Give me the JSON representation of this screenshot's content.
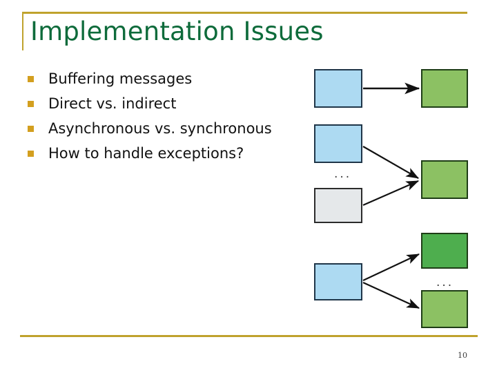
{
  "slide": {
    "title": "Implementation Issues",
    "page_number": "10",
    "accent_color": "#bfa22c",
    "title_color": "#0e6b3b",
    "bullet_color": "#d39f1f"
  },
  "bullets": [
    {
      "label": "Buffering messages"
    },
    {
      "label": "Direct vs. indirect"
    },
    {
      "label": "Asynchronous vs. synchronous"
    },
    {
      "label": "How to handle exceptions?"
    }
  ],
  "diagram": {
    "ellipses": [
      {
        "label": "..."
      },
      {
        "label": "..."
      }
    ],
    "nodes": [
      {
        "id": "sender-1",
        "kind": "blue",
        "color": "#addaf2"
      },
      {
        "id": "receiver-1",
        "kind": "green",
        "color": "#8cc163"
      },
      {
        "id": "sender-2a",
        "kind": "blue",
        "color": "#addaf2"
      },
      {
        "id": "sender-2b",
        "kind": "grey",
        "color": "#e5e8ea"
      },
      {
        "id": "receiver-2",
        "kind": "green",
        "color": "#8cc163"
      },
      {
        "id": "sender-3",
        "kind": "blue",
        "color": "#addaf2"
      },
      {
        "id": "receiver-3a",
        "kind": "green-dark",
        "color": "#4eae4e"
      },
      {
        "id": "receiver-3b",
        "kind": "green",
        "color": "#8cc163"
      }
    ]
  }
}
